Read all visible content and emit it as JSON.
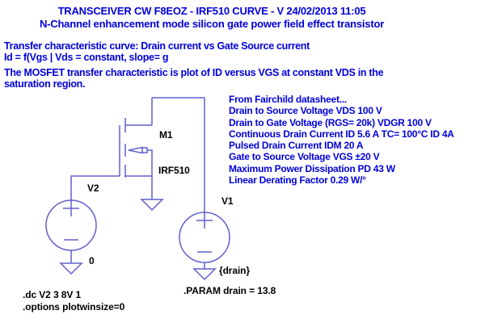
{
  "header": {
    "title": "TRANSCEIVER CW F8EOZ - IRF510 CURVE - V 24/02/2013 11:05",
    "subtitle": "N-Channel enhancement mode silicon gate power field effect transistor"
  },
  "description": {
    "line1": "Transfer characteristic curve: Drain current vs Gate Source current",
    "line2": "Id = f(Vgs | Vds = constant, slope= g",
    "line3": "The MOSFET transfer characteristic is plot of ID versus VGS at constant VDS in the",
    "line4": "saturation region."
  },
  "datasheet": {
    "lines": [
      "From Fairchild datasheet...",
      "Drain to Source Voltage VDS 100 V",
      "Drain to Gate Voltage (RGS= 20k) VDGR 100 V",
      "Continuous Drain Current ID 5.6 A TC= 100°C ID 4A",
      "Pulsed Drain Current IDM 20 A",
      "Gate to Source Voltage VGS ±20 V",
      "Maximum Power Dissipation PD 43 W",
      "Linear Derating Factor 0.29 W/°"
    ]
  },
  "schematic": {
    "mosfet": {
      "designator": "M1",
      "model": "IRF510"
    },
    "v2": {
      "designator": "V2",
      "node_label": "0"
    },
    "v1": {
      "designator": "V1",
      "value": "{drain}"
    },
    "directives": {
      "param": ".PARAM drain = 13.8",
      "dc_sweep": ".dc V2 3 8V 1",
      "options": ".options plotwinsize=0"
    }
  },
  "colors": {
    "text_blue": "#0000DC",
    "wire_blue": "#6161CE",
    "label_black": "#000000",
    "background": "#FFFFFF"
  }
}
